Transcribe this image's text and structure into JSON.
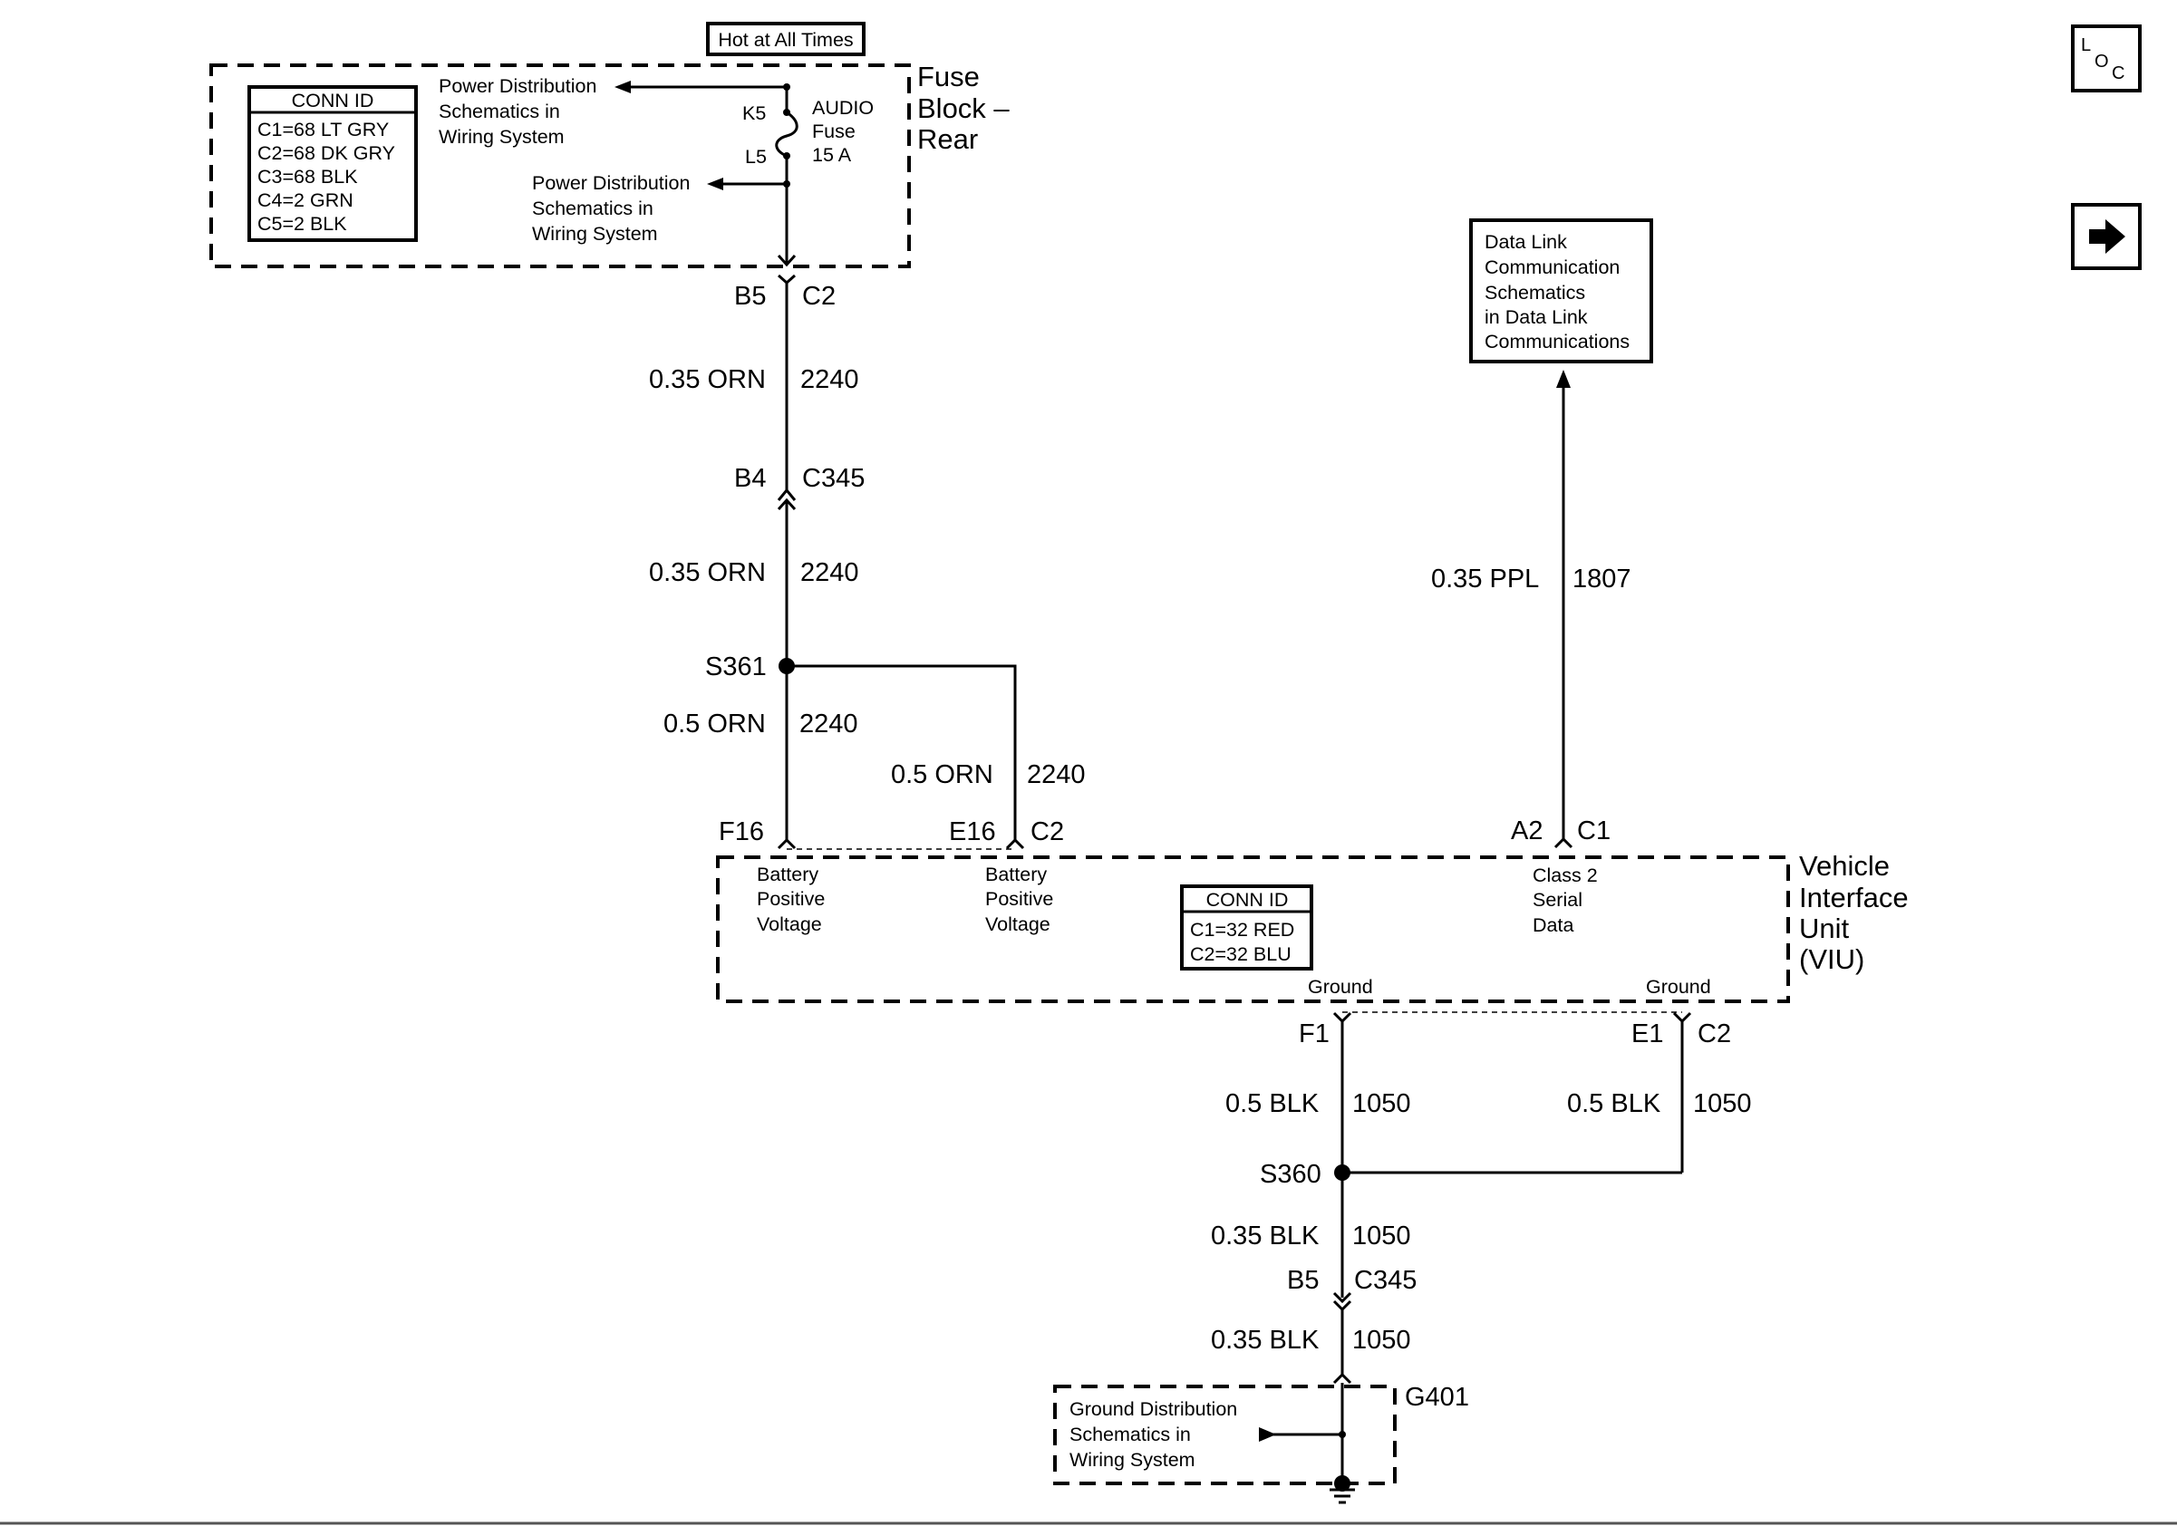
{
  "top_banner": "Hot at All Times",
  "fuse_block": {
    "name": [
      "Fuse",
      "Block –",
      "Rear"
    ],
    "conn_id": {
      "title": "CONN ID",
      "items": [
        "C1=68 LT GRY",
        "C2=68 DK GRY",
        "C3=68 BLK",
        "C4=2 GRN",
        "C5=2 BLK"
      ]
    },
    "power_ref_1": [
      "Power Distribution",
      "Schematics in",
      "Wiring System"
    ],
    "power_ref_2": [
      "Power Distribution",
      "Schematics in",
      "Wiring System"
    ],
    "fuse_pins": [
      "K5",
      "L5"
    ],
    "fuse_label": [
      "AUDIO",
      "Fuse",
      "15 A"
    ]
  },
  "connectors": {
    "b5": "B5",
    "c2_top": "C2",
    "b4": "B4",
    "c345_mid": "C345",
    "f16": "F16",
    "e16": "E16",
    "c2_viu": "C2",
    "a2": "A2",
    "c1": "C1",
    "f1": "F1",
    "e1": "E1",
    "c2_gnd": "C2",
    "b5_low": "B5",
    "c345_low": "C345"
  },
  "wires": {
    "w1": {
      "size": "0.35 ORN",
      "circuit": "2240"
    },
    "w2": {
      "size": "0.35 ORN",
      "circuit": "2240"
    },
    "w3": {
      "size": "0.5 ORN",
      "circuit": "2240"
    },
    "w4": {
      "size": "0.5 ORN",
      "circuit": "2240"
    },
    "w5": {
      "size": "0.35 PPL",
      "circuit": "1807"
    },
    "w6": {
      "size": "0.5 BLK",
      "circuit": "1050"
    },
    "w7": {
      "size": "0.5 BLK",
      "circuit": "1050"
    },
    "w8": {
      "size": "0.35 BLK",
      "circuit": "1050"
    },
    "w9": {
      "size": "0.35 BLK",
      "circuit": "1050"
    }
  },
  "splices": {
    "s361": "S361",
    "s360": "S360"
  },
  "data_link_ref": [
    "Data Link",
    "Communication",
    "Schematics",
    "in Data Link",
    "Communications"
  ],
  "viu": {
    "name": [
      "Vehicle",
      "Interface",
      "Unit",
      "(VIU)"
    ],
    "pin_f16": [
      "Battery",
      "Positive",
      "Voltage"
    ],
    "pin_e16": [
      "Battery",
      "Positive",
      "Voltage"
    ],
    "pin_a2": [
      "Class 2",
      "Serial",
      "Data"
    ],
    "conn_id": {
      "title": "CONN ID",
      "items": [
        "C1=32 RED",
        "C2=32 BLU"
      ]
    },
    "ground_1": "Ground",
    "ground_2": "Ground"
  },
  "ground": {
    "name": "G401",
    "ref": [
      "Ground Distribution",
      "Schematics in",
      "Wiring System"
    ]
  },
  "nav": {
    "loc_icon": "loc-icon",
    "next_icon": "arrow-right-icon"
  }
}
